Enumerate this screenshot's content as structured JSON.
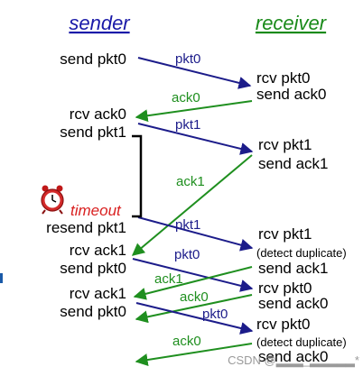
{
  "headers": {
    "sender": "sender",
    "receiver": "receiver"
  },
  "colors": {
    "sender_header": "#1a1aa8",
    "receiver_header": "#1a8a1a",
    "pkt": "#1c1c8a",
    "ack": "#1f8f1f",
    "timeout": "#d92020"
  },
  "sender_events": [
    "send pkt0",
    "rcv ack0",
    "send pkt1",
    "resend pkt1",
    "rcv ack1",
    "send pkt0",
    "rcv ack1",
    "send pkt0"
  ],
  "receiver_events": [
    "rcv pkt0",
    "send ack0",
    "rcv pkt1",
    "send ack1",
    "rcv pkt1",
    "(detect duplicate)",
    "send ack1",
    "rcv pkt0",
    "send ack0",
    "rcv pkt0",
    "(detect duplicate)",
    "send ack0"
  ],
  "messages": [
    {
      "label": "pkt0",
      "kind": "pkt"
    },
    {
      "label": "ack0",
      "kind": "ack"
    },
    {
      "label": "pkt1",
      "kind": "pkt"
    },
    {
      "label": "ack1",
      "kind": "ack"
    },
    {
      "label": "pkt1",
      "kind": "pkt"
    },
    {
      "label": "pkt0",
      "kind": "pkt"
    },
    {
      "label": "ack1",
      "kind": "ack"
    },
    {
      "label": "ack0",
      "kind": "ack"
    },
    {
      "label": "pkt0",
      "kind": "pkt"
    },
    {
      "label": "ack0",
      "kind": "ack"
    }
  ],
  "timeout_label": "timeout",
  "watermark": "CSDN @▂▂▂_▂▂▂▂▂*"
}
